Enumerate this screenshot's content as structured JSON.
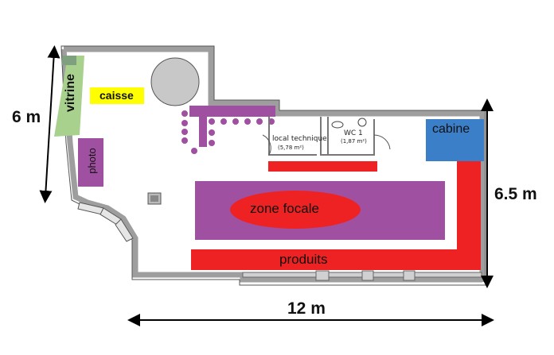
{
  "dimensions": {
    "height_left": "6 m",
    "height_right": "6.5 m",
    "width_bottom": "12 m"
  },
  "zones": {
    "vitrine": "vitrine",
    "caisse": "caisse",
    "photo": "photo",
    "zone_focale": "zone focale",
    "produits": "produits",
    "cabine": "cabine"
  },
  "rooms": {
    "local_technique": "local technique",
    "local_technique_area": "(5,78 m²)",
    "wc": "WC 1",
    "wc_area": "(1,87 m²)"
  },
  "colors": {
    "wall": "#a9a9a9",
    "vitrine": "#a9d18e",
    "caisse": "#ffff00",
    "display_unit": "#a050a0",
    "focal_zone": "#a050a0",
    "focal_ellipse": "#ee2222",
    "products": "#ee2222",
    "cabin": "#3a7fc8",
    "pillar": "#c8c8c8"
  }
}
